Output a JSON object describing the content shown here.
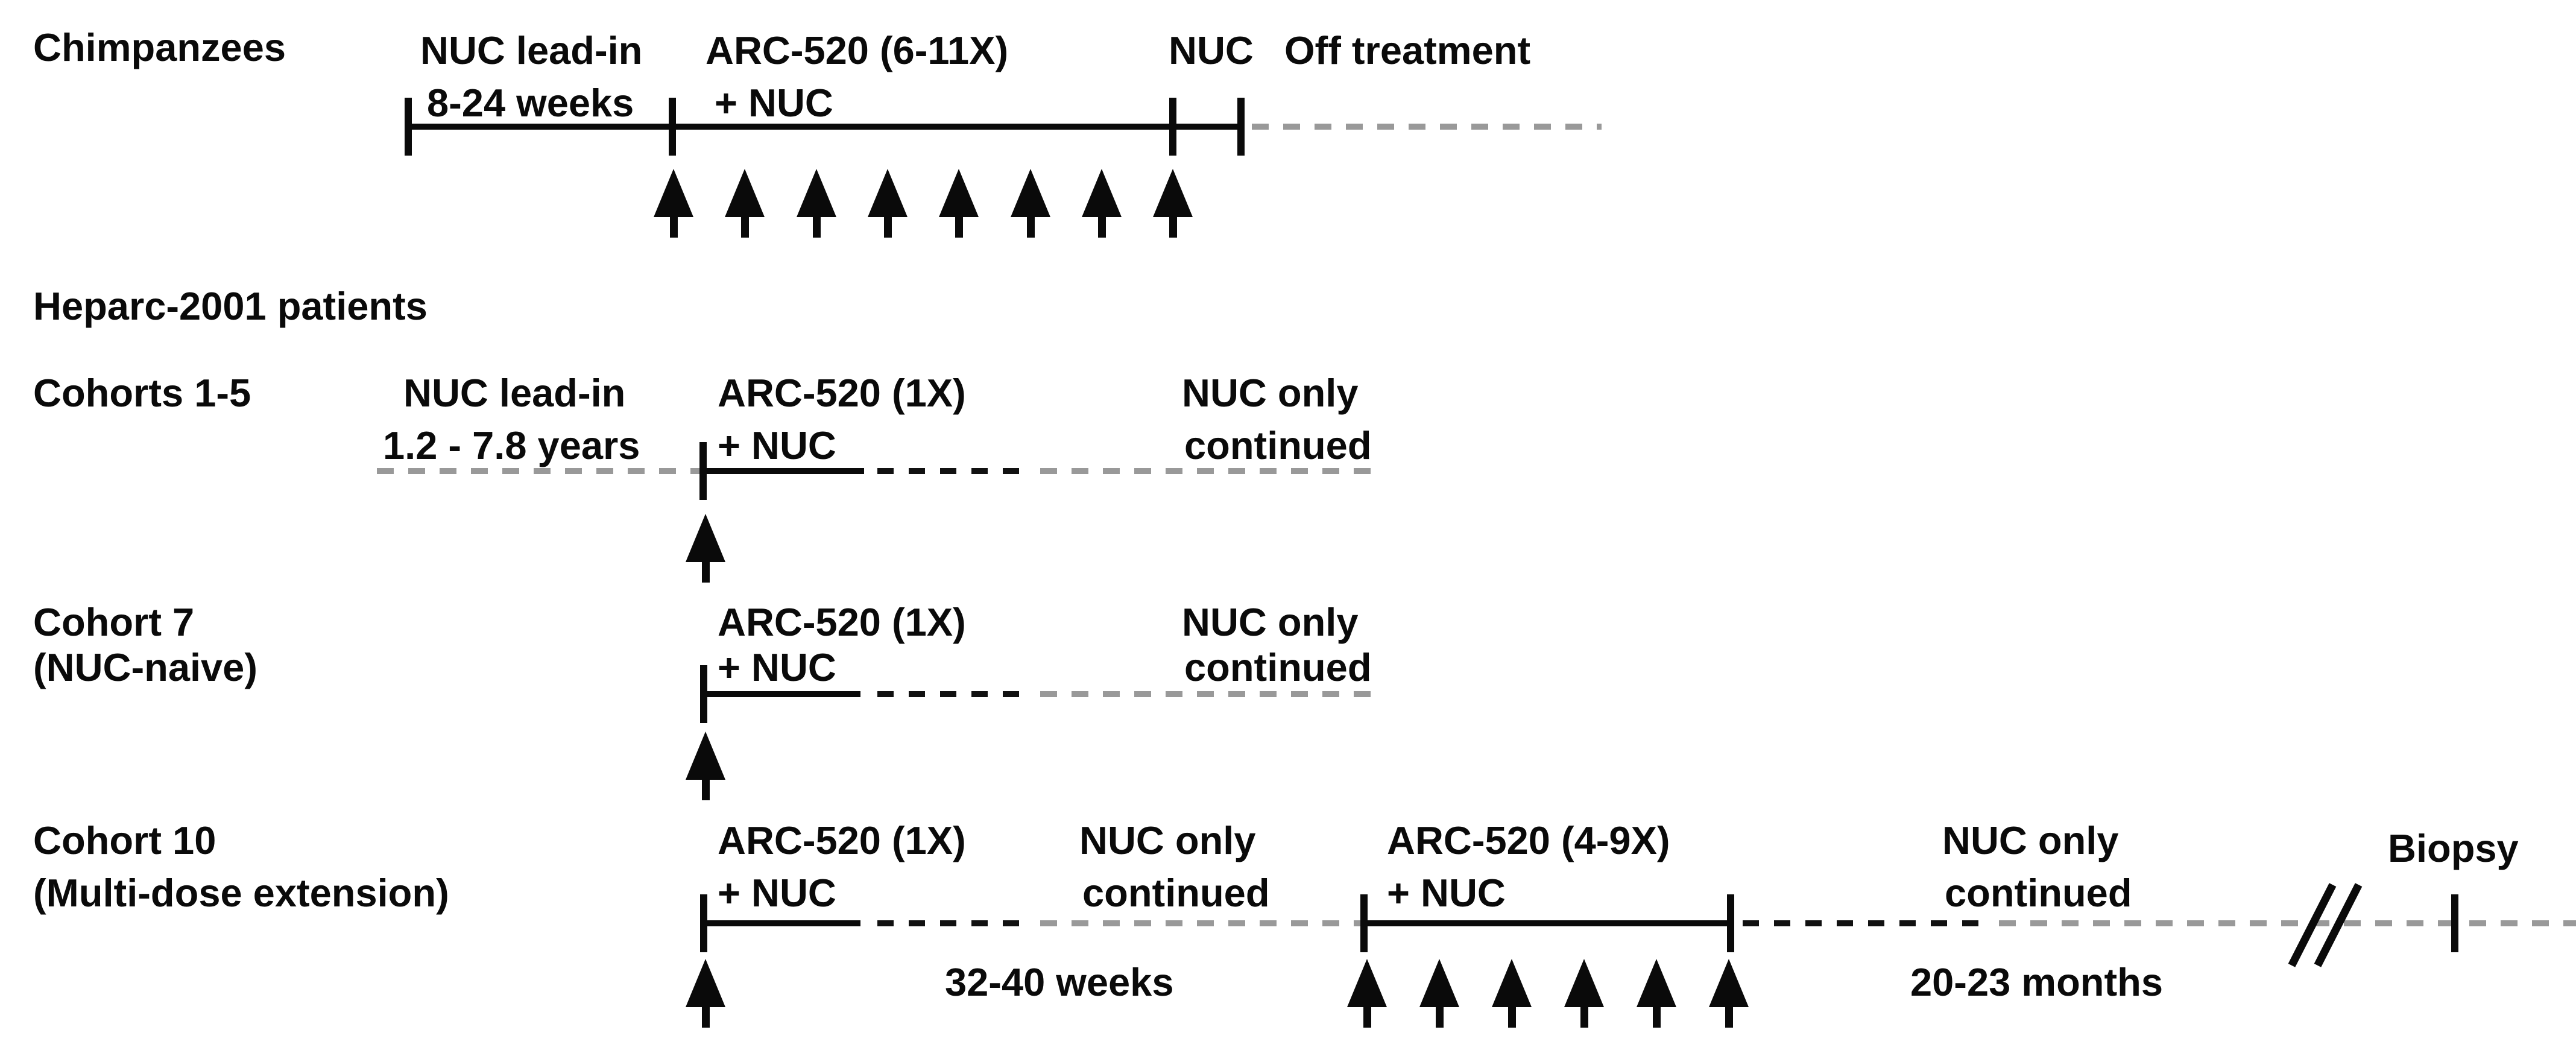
{
  "colors": {
    "ink": "#0a0a0a",
    "gray_dash": "#999999"
  },
  "patients_header": "Heparc-2001 patients",
  "chimp": {
    "row_label": "Chimpanzees",
    "nuc_leadin_label": "NUC lead-in",
    "nuc_leadin_duration": "8-24 weeks",
    "arc520_label": "ARC-520 (6-11X)",
    "arc520_sub": "+ NUC",
    "nuc_label": "NUC",
    "off_treatment_label": "Off treatment",
    "dose_count": 8
  },
  "cohorts15": {
    "row_label": "Cohorts 1-5",
    "nuc_leadin_label": "NUC lead-in",
    "nuc_leadin_duration": "1.2 - 7.8 years",
    "arc520_label": "ARC-520 (1X)",
    "arc520_sub": "+ NUC",
    "nuc_only_label": "NUC only",
    "nuc_only_sub": "continued",
    "dose_count": 1
  },
  "cohort7": {
    "row_label": "Cohort 7",
    "row_sublabel": "(NUC-naive)",
    "arc520_label": "ARC-520 (1X)",
    "arc520_sub": "+ NUC",
    "nuc_only_label": "NUC only",
    "nuc_only_sub": "continued",
    "dose_count": 1
  },
  "cohort10": {
    "row_label": "Cohort 10",
    "row_sublabel": "(Multi-dose extension)",
    "arc520_first_label": "ARC-520 (1X)",
    "arc520_first_sub": "+ NUC",
    "nuc_only_first_label": "NUC only",
    "nuc_only_first_sub": "continued",
    "nuc_only_first_duration": "32-40 weeks",
    "arc520_multi_label": "ARC-520 (4-9X)",
    "arc520_multi_sub": "+ NUC",
    "nuc_only_second_label": "NUC only",
    "nuc_only_second_sub": "continued",
    "nuc_only_second_duration": "20-23 months",
    "biopsy_label": "Biopsy",
    "dose_count_first": 1,
    "dose_count_multi": 6
  }
}
